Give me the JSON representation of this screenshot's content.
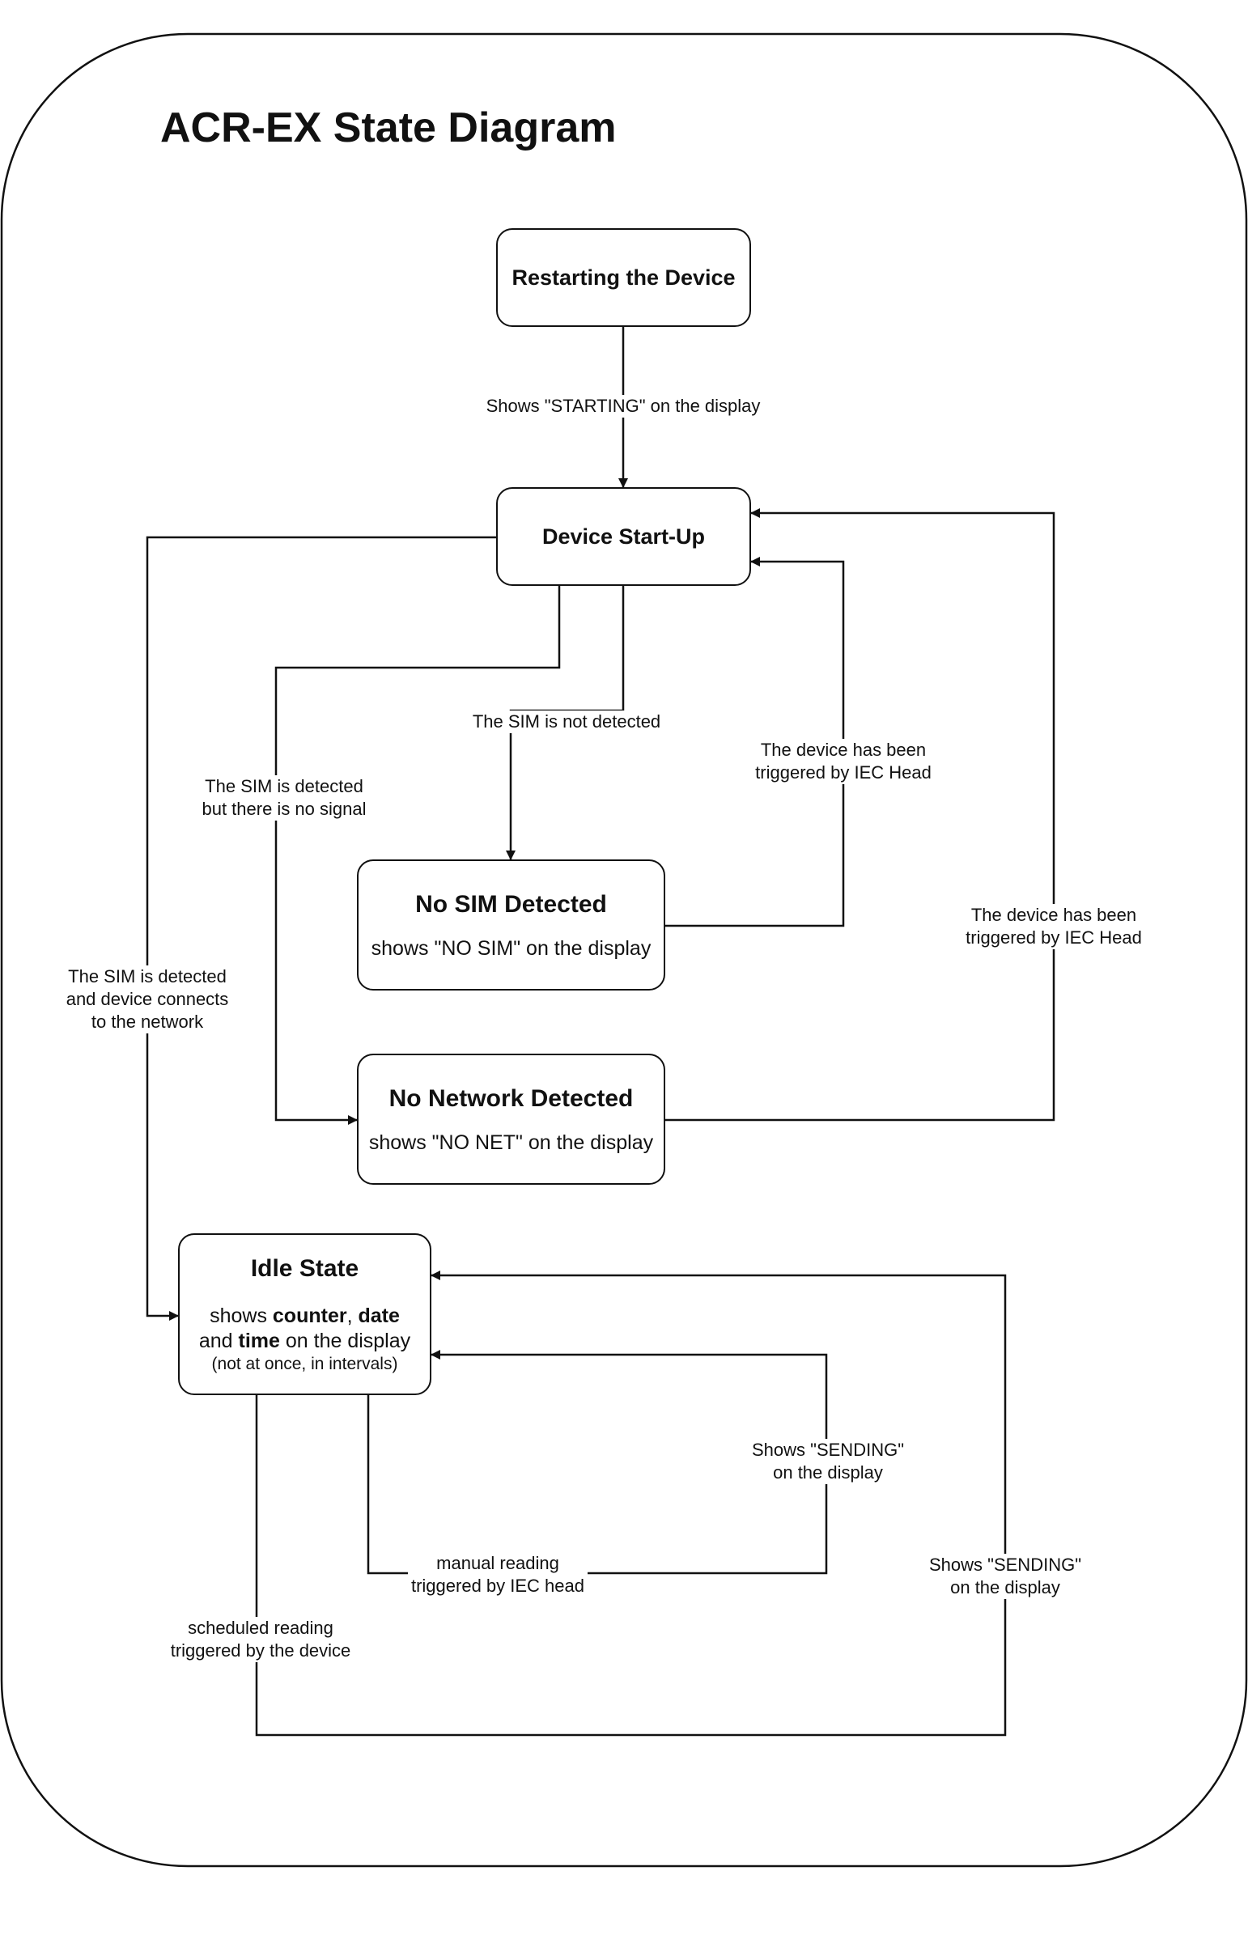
{
  "title": "ACR-EX State Diagram",
  "nodes": {
    "restarting": {
      "title": "Restarting the Device"
    },
    "startup": {
      "title": "Device Start-Up"
    },
    "no_sim": {
      "title": "No SIM Detected",
      "subtitle": "shows \"NO SIM\" on the display"
    },
    "no_network": {
      "title": "No Network Detected",
      "subtitle": "shows \"NO NET\" on the display"
    },
    "idle": {
      "title": "Idle State",
      "line1_pre": "shows ",
      "line1_b1": "counter",
      "line1_mid": ", ",
      "line1_b2": "date",
      "line2_pre": "and ",
      "line2_b": "time",
      "line2_post": " on the display",
      "note": "(not at once, in intervals)"
    }
  },
  "edges": {
    "restart_to_startup": [
      "Shows \"STARTING\" on the display"
    ],
    "sim_not_detected": [
      "The SIM is not detected"
    ],
    "sim_no_signal": [
      "The SIM is detected",
      "but there is no signal"
    ],
    "sim_connected": [
      "The SIM is detected",
      "and device connects",
      "to the network"
    ],
    "nosim_triggered": [
      "The device has been",
      "triggered by IEC Head"
    ],
    "nonet_triggered": [
      "The device has been",
      "triggered by IEC Head"
    ],
    "manual_reading": [
      "manual reading",
      "triggered by IEC head"
    ],
    "manual_sending": [
      "Shows \"SENDING\"",
      "on the display"
    ],
    "scheduled_reading": [
      "scheduled reading",
      "triggered by the device"
    ],
    "scheduled_sending": [
      "Shows \"SENDING\"",
      "on the display"
    ]
  }
}
